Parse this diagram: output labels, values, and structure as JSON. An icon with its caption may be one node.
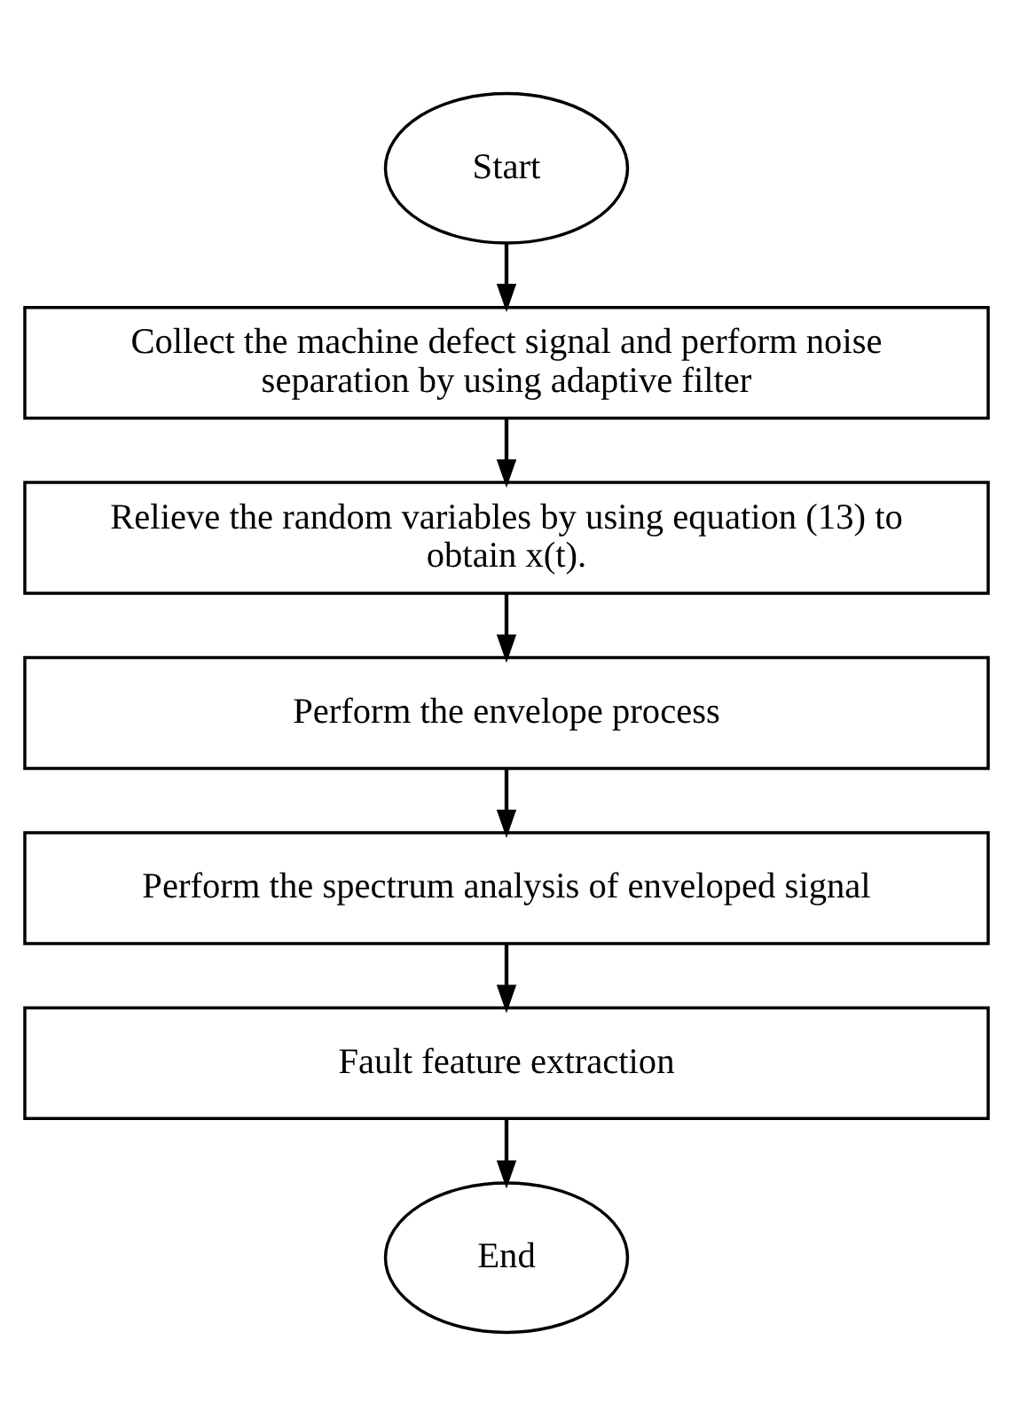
{
  "diagram": {
    "nodes": [
      {
        "text": [
          "Start"
        ]
      },
      {
        "text": [
          "Collect the machine defect signal and perform noise separation by using adaptive filter"
        ]
      },
      {
        "text": [
          "Relieve the random variables by using equation (13) to obtain x(t)."
        ]
      },
      {
        "text": [
          "Perform the envelope process"
        ]
      },
      {
        "text": [
          "Perform the spectrum analysis of enveloped signal"
        ]
      },
      {
        "text": [
          "Fault feature extraction"
        ]
      },
      {
        "text": [
          "End"
        ]
      }
    ],
    "edges": [
      {
        "from": 0,
        "to": 1,
        "arrow": "to"
      },
      {
        "from": 1,
        "to": 2,
        "arrow": "to"
      },
      {
        "from": 2,
        "to": 3,
        "arrow": "to"
      },
      {
        "from": 3,
        "to": 4,
        "arrow": "to"
      },
      {
        "from": 4,
        "to": 5,
        "arrow": "to"
      },
      {
        "from": 5,
        "to": 6,
        "arrow": "to"
      }
    ]
  }
}
